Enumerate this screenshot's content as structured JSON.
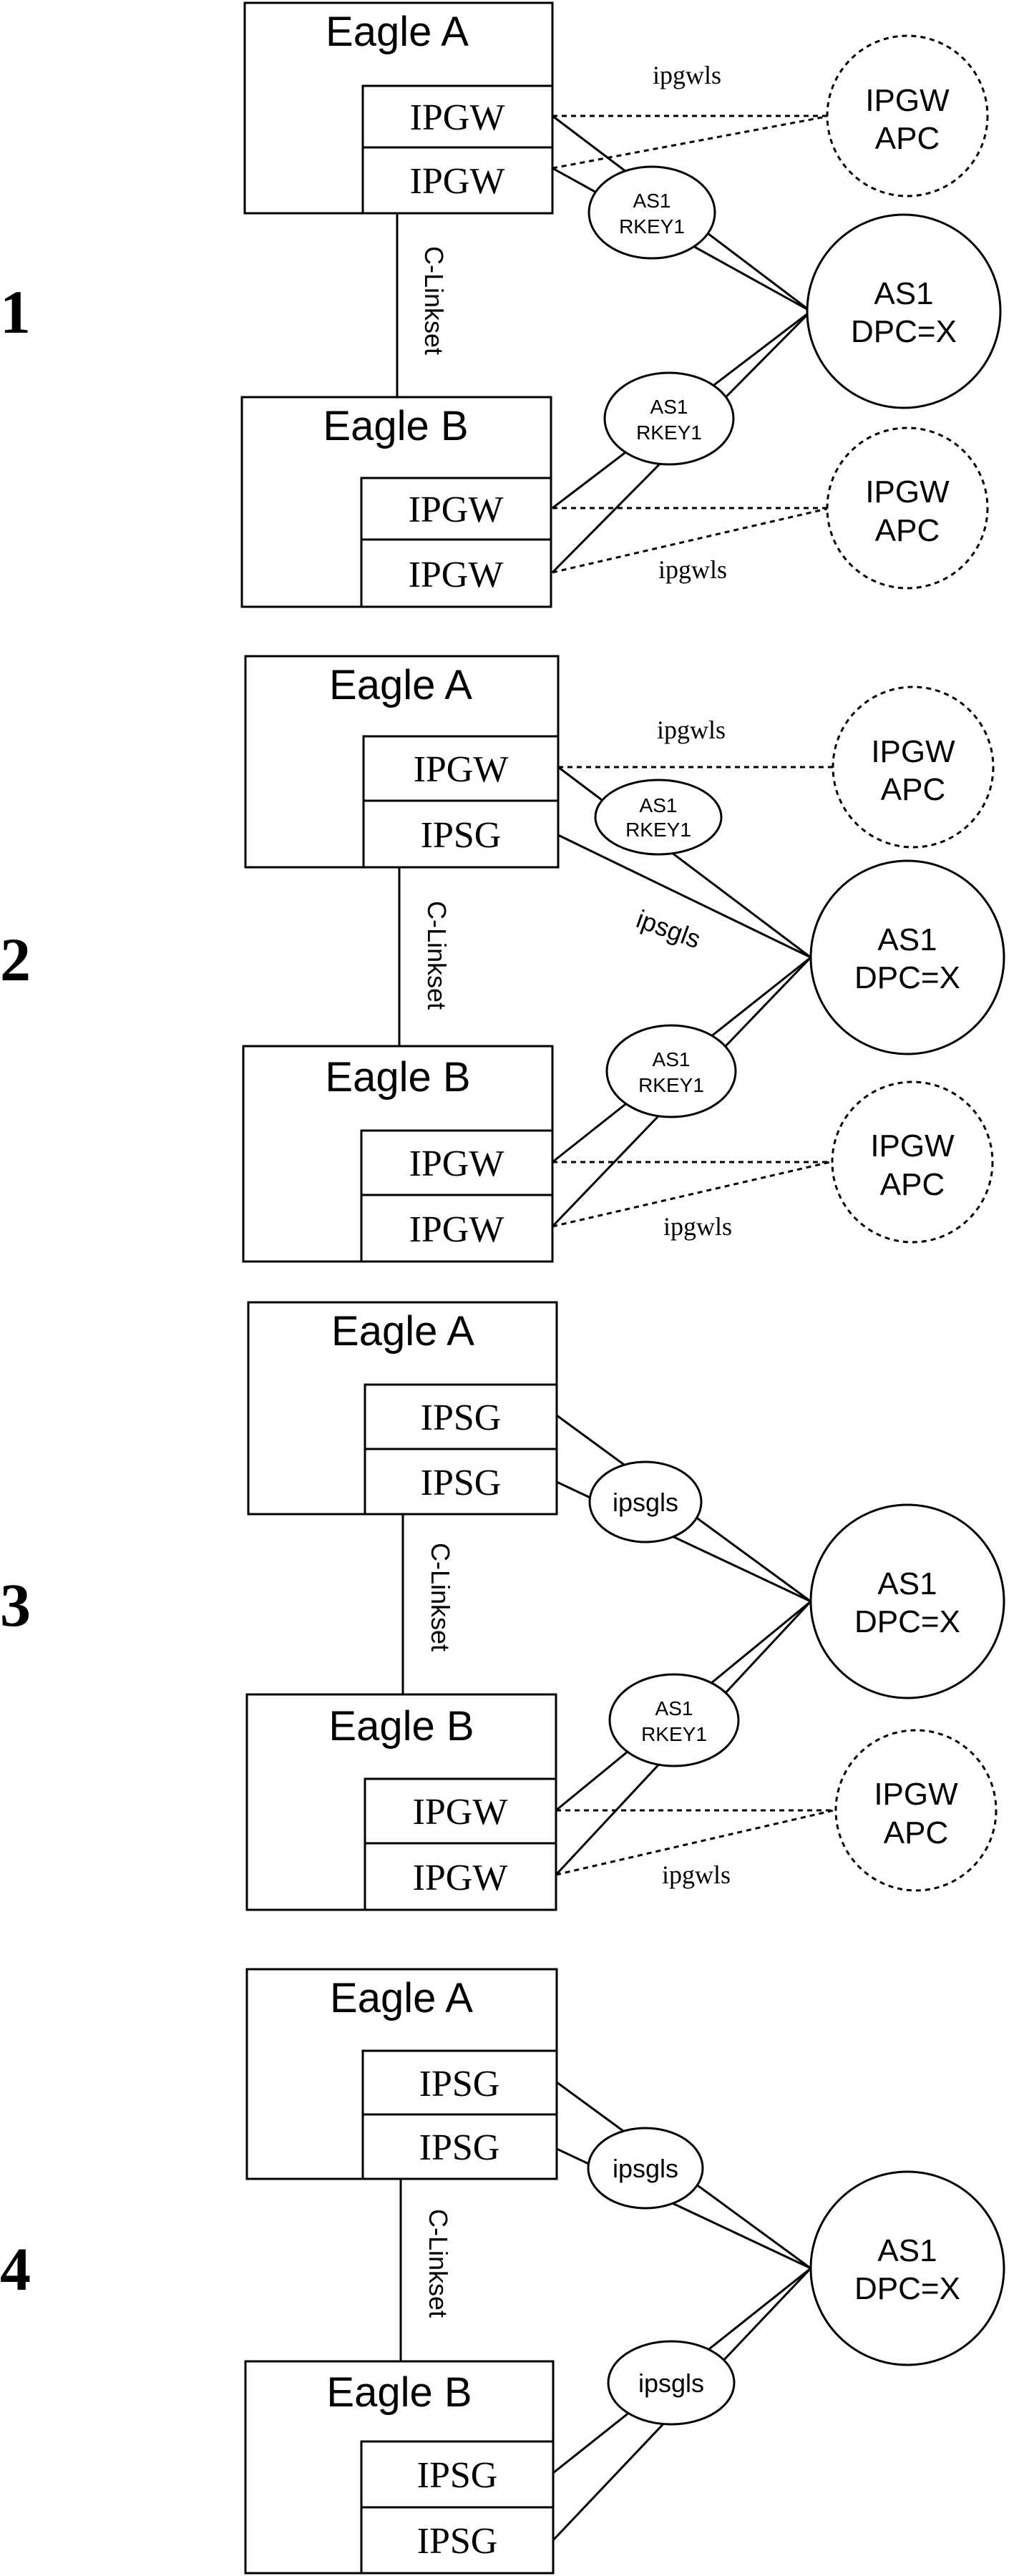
{
  "diagrams": [
    {
      "number": "1",
      "eagle_a": {
        "title": "Eagle A",
        "cards": [
          "IPGW",
          "IPGW"
        ]
      },
      "eagle_b": {
        "title": "Eagle B",
        "cards": [
          "IPGW",
          "IPGW"
        ]
      },
      "c_linkset": "C-Linkset",
      "top_key": {
        "line1": "AS1",
        "line2": "RKEY1"
      },
      "bottom_key": {
        "line1": "AS1",
        "line2": "RKEY1"
      },
      "top_apc": {
        "line1": "IPGW",
        "line2": "APC"
      },
      "bottom_apc": {
        "line1": "IPGW",
        "line2": "APC"
      },
      "top_link_label": "ipgwls",
      "bottom_link_label": "ipgwls",
      "as_node": {
        "line1": "AS1",
        "line2": "DPC=X"
      }
    },
    {
      "number": "2",
      "eagle_a": {
        "title": "Eagle A",
        "cards": [
          "IPGW",
          "IPSG"
        ]
      },
      "eagle_b": {
        "title": "Eagle B",
        "cards": [
          "IPGW",
          "IPGW"
        ]
      },
      "c_linkset": "C-Linkset",
      "top_key": {
        "line1": "AS1",
        "line2": "RKEY1"
      },
      "bottom_key": {
        "line1": "AS1",
        "line2": "RKEY1"
      },
      "top_apc": {
        "line1": "IPGW",
        "line2": "APC"
      },
      "bottom_apc": {
        "line1": "IPGW",
        "line2": "APC"
      },
      "top_link_label": "ipgwls",
      "ipsg_link_label": "ipsgls",
      "bottom_link_label": "ipgwls",
      "as_node": {
        "line1": "AS1",
        "line2": "DPC=X"
      }
    },
    {
      "number": "3",
      "eagle_a": {
        "title": "Eagle A",
        "cards": [
          "IPSG",
          "IPSG"
        ]
      },
      "eagle_b": {
        "title": "Eagle B",
        "cards": [
          "IPGW",
          "IPGW"
        ]
      },
      "c_linkset": "C-Linkset",
      "top_key": {
        "line1": "ipsgls"
      },
      "bottom_key": {
        "line1": "AS1",
        "line2": "RKEY1"
      },
      "bottom_apc": {
        "line1": "IPGW",
        "line2": "APC"
      },
      "bottom_link_label": "ipgwls",
      "as_node": {
        "line1": "AS1",
        "line2": "DPC=X"
      }
    },
    {
      "number": "4",
      "eagle_a": {
        "title": "Eagle A",
        "cards": [
          "IPSG",
          "IPSG"
        ]
      },
      "eagle_b": {
        "title": "Eagle B",
        "cards": [
          "IPSG",
          "IPSG"
        ]
      },
      "c_linkset": "C-Linkset",
      "top_key": {
        "line1": "ipsgls"
      },
      "bottom_key": {
        "line1": "ipsgls"
      },
      "as_node": {
        "line1": "AS1",
        "line2": "DPC=X"
      }
    }
  ]
}
